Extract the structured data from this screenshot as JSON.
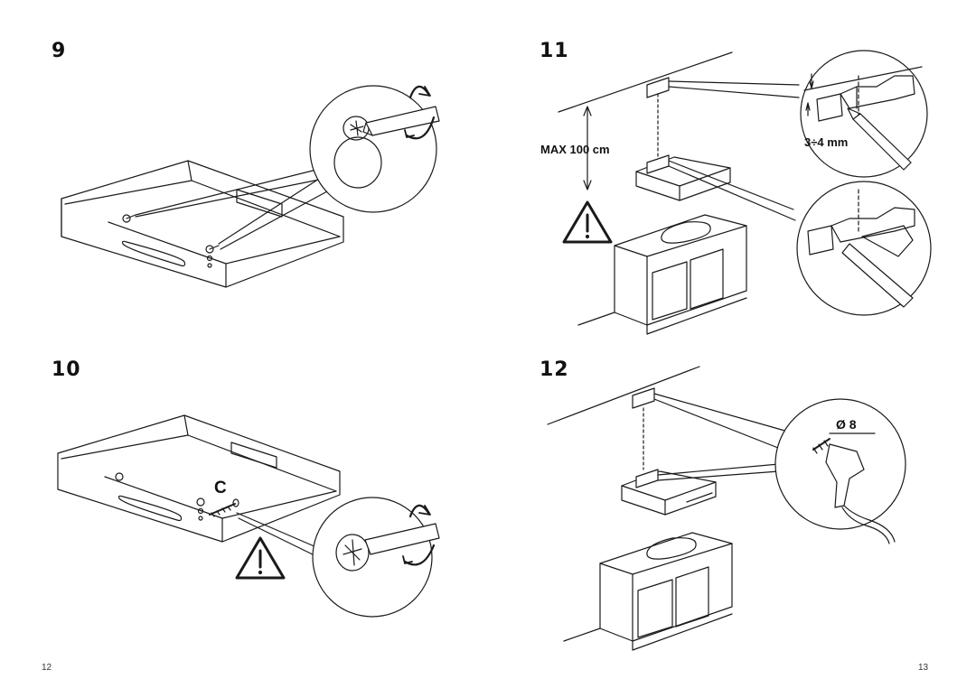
{
  "steps": [
    {
      "number": "9"
    },
    {
      "number": "10",
      "part_label": "C"
    },
    {
      "number": "11",
      "height_label": "MAX 100 cm",
      "gap_label": "3÷4 mm"
    },
    {
      "number": "12",
      "drill_label": "Ø 8"
    }
  ],
  "pages": {
    "left": "12",
    "right": "13"
  },
  "colors": {
    "line": "#1a1a1a",
    "paper": "#ffffff"
  },
  "icons": [
    "warning-triangle-icon",
    "screwdriver-icon",
    "rotate-arrow-icon",
    "pencil-icon",
    "drill-icon"
  ]
}
